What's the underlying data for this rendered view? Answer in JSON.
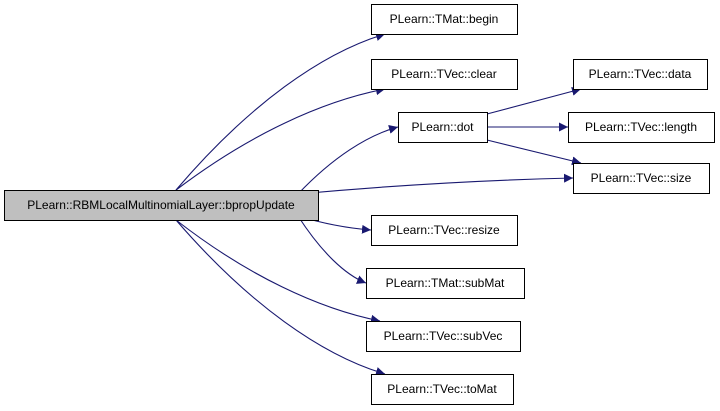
{
  "graph": {
    "colors": {
      "edge": "#191970",
      "root_fill": "#bfbfbf",
      "node_fill": "#ffffff",
      "border": "#000000"
    },
    "root": {
      "id": "root",
      "label": "PLearn::RBMLocalMultinomialLayer::bpropUpdate"
    },
    "nodes": [
      {
        "id": "tmat_begin",
        "label": "PLearn::TMat::begin"
      },
      {
        "id": "tvec_clear",
        "label": "PLearn::TVec::clear"
      },
      {
        "id": "dot",
        "label": "PLearn::dot"
      },
      {
        "id": "tvec_data",
        "label": "PLearn::TVec::data"
      },
      {
        "id": "tvec_length",
        "label": "PLearn::TVec::length"
      },
      {
        "id": "tvec_size",
        "label": "PLearn::TVec::size"
      },
      {
        "id": "tvec_resize",
        "label": "PLearn::TVec::resize"
      },
      {
        "id": "tmat_submat",
        "label": "PLearn::TMat::subMat"
      },
      {
        "id": "tvec_subvec",
        "label": "PLearn::TVec::subVec"
      },
      {
        "id": "tvec_tomat",
        "label": "PLearn::TVec::toMat"
      }
    ],
    "edges": [
      {
        "from": "root",
        "to": "tmat_begin"
      },
      {
        "from": "root",
        "to": "tvec_clear"
      },
      {
        "from": "root",
        "to": "dot"
      },
      {
        "from": "root",
        "to": "tvec_size"
      },
      {
        "from": "root",
        "to": "tvec_resize"
      },
      {
        "from": "root",
        "to": "tmat_submat"
      },
      {
        "from": "root",
        "to": "tvec_subvec"
      },
      {
        "from": "root",
        "to": "tvec_tomat"
      },
      {
        "from": "dot",
        "to": "tvec_data"
      },
      {
        "from": "dot",
        "to": "tvec_length"
      },
      {
        "from": "dot",
        "to": "tvec_size"
      }
    ]
  }
}
